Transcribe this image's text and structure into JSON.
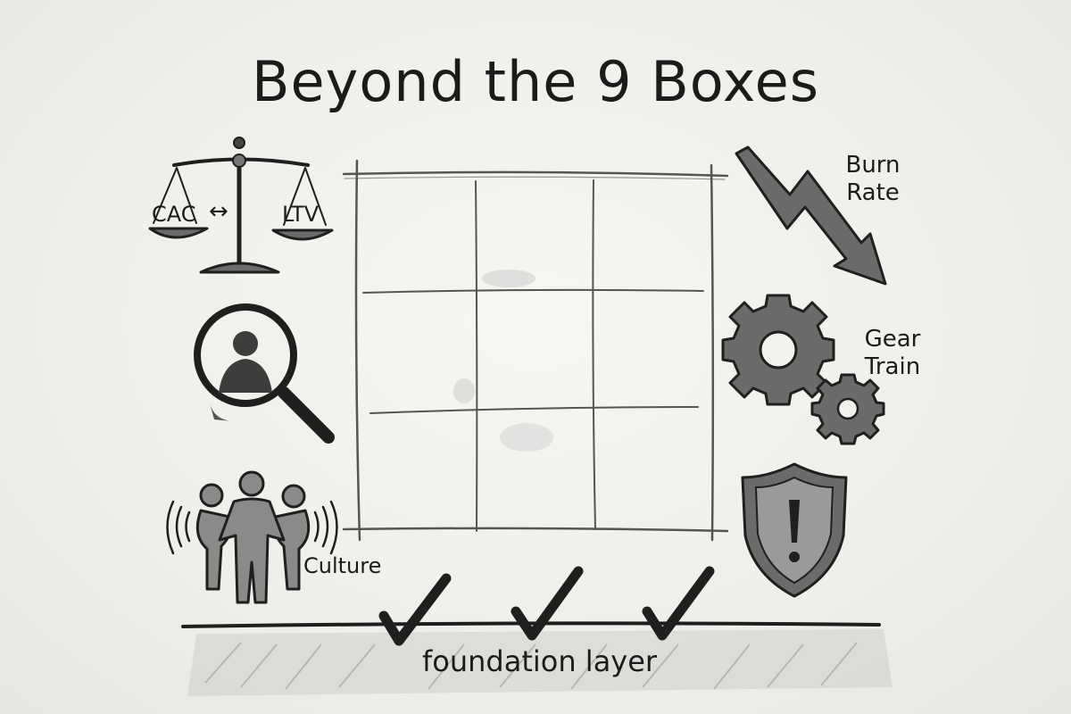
{
  "title": "Beyond the 9 Boxes",
  "grid": {
    "rows": 3,
    "columns": 3,
    "cells": [
      "",
      "",
      "",
      "",
      "",
      "",
      "",
      "",
      ""
    ]
  },
  "left_icons": [
    {
      "name": "balance-scale",
      "labels": {
        "left": "CAC",
        "right": "LTV"
      },
      "connector": "↔"
    },
    {
      "name": "magnifier-person",
      "label": ""
    },
    {
      "name": "team-culture",
      "label": "Culture"
    }
  ],
  "right_icons": [
    {
      "name": "burn-rate-arrow",
      "label_line1": "Burn",
      "label_line2": "Rate"
    },
    {
      "name": "gear-train",
      "label_line1": "Gear",
      "label_line2": "Train"
    },
    {
      "name": "warning-shield",
      "label": ""
    }
  ],
  "foundation": {
    "label": "foundation layer",
    "checkmarks": 3
  },
  "colors": {
    "paper": "#efefec",
    "ink": "#1f1f1f",
    "pencil": "#555555",
    "shading": "#6b6b6b"
  }
}
